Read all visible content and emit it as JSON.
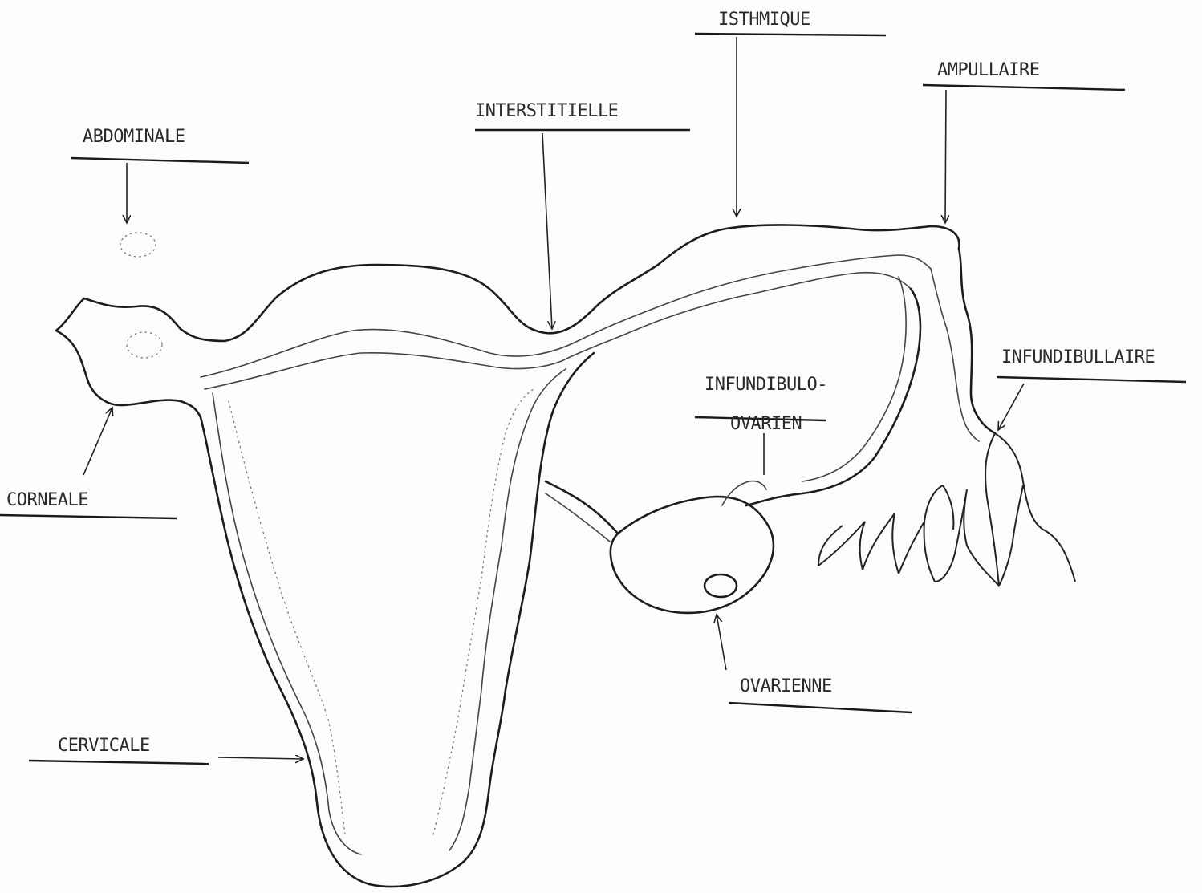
{
  "diagram": {
    "labels": {
      "abdominale": "ABDOMINALE",
      "interstitielle": "INTERSTITIELLE",
      "isthmique": "ISTHMIQUE",
      "ampullaire": "AMPULLAIRE",
      "infundibullaire": "INFUNDIBULLAIRE",
      "infundibulo_line1": "INFUNDIBULO-",
      "infundibulo_line2": "OVARIEN",
      "corneale": "CORNEALE",
      "ovarienne": "OVARIENNE",
      "cervicale": "CERVICALE"
    }
  }
}
